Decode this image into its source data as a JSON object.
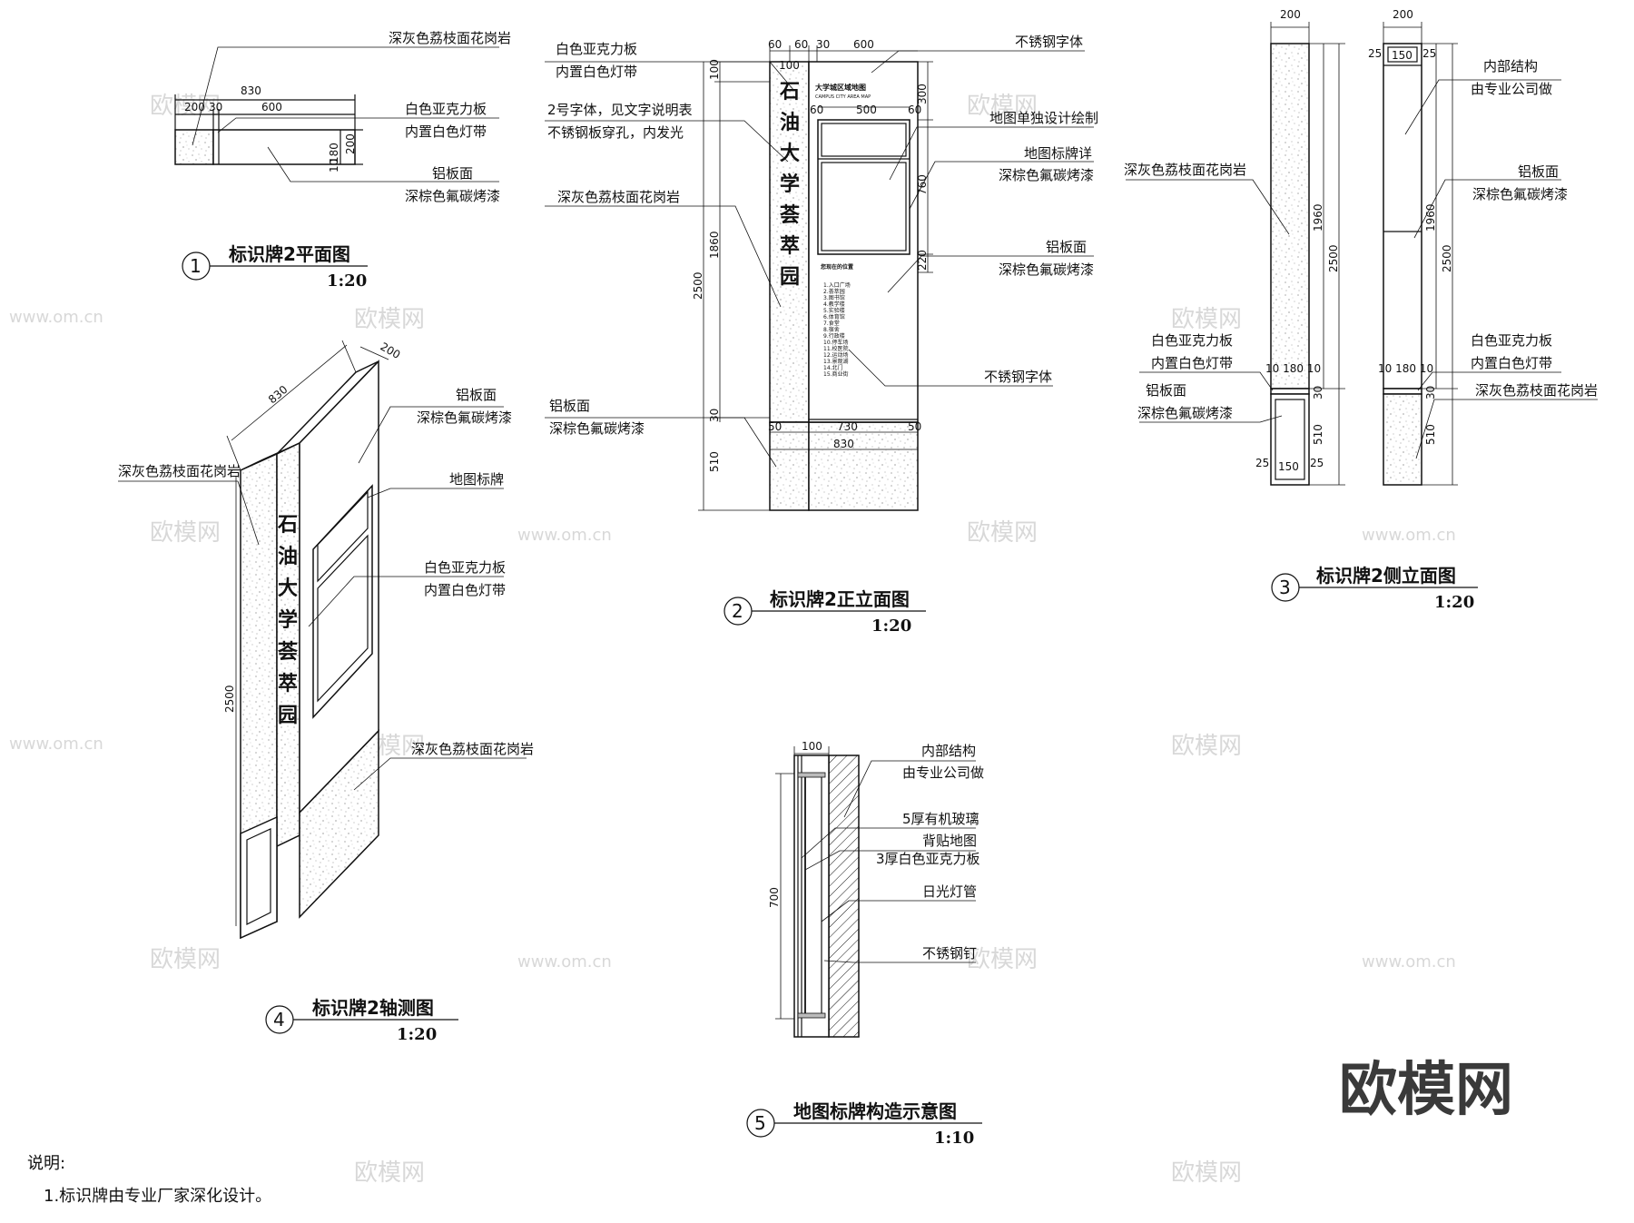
{
  "drawing": {
    "views": [
      {
        "number": "1",
        "title": "标识牌2平面图",
        "scale": "1:20"
      },
      {
        "number": "2",
        "title": "标识牌2正立面图",
        "scale": "1:20"
      },
      {
        "number": "3",
        "title": "标识牌2侧立面图",
        "scale": "1:20"
      },
      {
        "number": "4",
        "title": "标识牌2轴测图",
        "scale": "1:20"
      },
      {
        "number": "5",
        "title": "地图标牌构造示意图",
        "scale": "1:10"
      }
    ],
    "sign_text": [
      "石",
      "油",
      "大",
      "学",
      "荟",
      "萃",
      "园"
    ],
    "map_title": "大学城区域地图",
    "map_subtitle": "CAMPUS CITY AREA MAP",
    "map_legend_title": "您现在的位置",
    "map_legend_items": [
      "1.入口广场",
      "2.荟萃园",
      "3.图书馆",
      "4.教学楼",
      "5.实验楼",
      "6.体育馆",
      "7.食堂",
      "8.宿舍",
      "9.行政楼",
      "10.停车场",
      "11.校医院",
      "12.运动场",
      "13.景观湖",
      "14.北门",
      "15.商业街"
    ],
    "plan_labels": {
      "granite_grey": "深灰色荔枝面花岗岩",
      "acrylic_1": "白色亚克力板",
      "acrylic_2": "内置白色灯带",
      "al_1": "铝板面",
      "al_2": "深棕色氟碳烤漆"
    },
    "plan_dims": {
      "total": "830",
      "w200": "200",
      "w30": "30",
      "w600": "600",
      "h180": "180",
      "h200": "200",
      "h10": "10"
    },
    "front_labels": {
      "acrylic_1": "白色亚克力板",
      "acrylic_2": "内置白色灯带",
      "font_1": "2号字体，见文字说明表",
      "font_2": "不锈钢板穿孔，内发光",
      "granite_brown": "深灰色荔枝面花岗岩",
      "al_1": "铝板面",
      "al_2": "深棕色氟碳烤漆",
      "ss_font_top": "不锈钢字体",
      "map_design": "地图单独设计绘制",
      "map_detail_1": "地图标牌详",
      "map_detail_2": "深棕色氟碳烤漆",
      "al_r1": "铝板面",
      "al_r2": "深棕色氟碳烤漆",
      "ss_font_bottom": "不锈钢字体"
    },
    "front_dims": {
      "d60a": "60",
      "d60b": "60",
      "d30": "30",
      "d600": "600",
      "d100": "100",
      "d500": "500",
      "d60c": "60",
      "d60d": "60",
      "d300": "300",
      "d760": "760",
      "d220": "220",
      "d100v": "100",
      "d1860": "1860",
      "d2500": "2500",
      "d30v": "30",
      "d510": "510",
      "d50a": "50",
      "d730": "730",
      "d50b": "50",
      "d830": "830"
    },
    "side_labels": {
      "granite_grey": "深灰色荔枝面花岗岩",
      "acrylic_1": "白色亚克力板",
      "acrylic_2": "内置白色灯带",
      "al_1": "铝板面",
      "al_2": "深棕色氟碳烤漆",
      "inner_1": "内部结构",
      "inner_2": "由专业公司做",
      "al_r1": "铝板面",
      "al_r2": "深棕色氟碳烤漆",
      "acrylic_r1": "白色亚克力板",
      "acrylic_r2": "内置白色灯带",
      "granite_r": "深灰色荔枝面花岗岩"
    },
    "side_dims": {
      "w200a": "200",
      "h1960": "1960",
      "h2500": "2500",
      "w180": "10 180 10",
      "h30": "30",
      "h510": "510",
      "w25a": "25",
      "w150": "150",
      "w25b": "25",
      "w200b": "200",
      "top25a": "25",
      "top150": "150",
      "top25b": "25",
      "h1960b": "1960",
      "h2500b": "2500",
      "w180b": "10 180 10",
      "h30b": "30",
      "h510b": "510"
    },
    "iso_labels": {
      "al_1": "铝板面",
      "al_2": "深棕色氟碳烤漆",
      "granite_grey": "深灰色荔枝面花岗岩",
      "map_sign": "地图标牌",
      "acrylic_1": "白色亚克力板",
      "acrylic_2": "内置白色灯带",
      "granite_grey_2": "深灰色荔枝面花岗岩"
    },
    "iso_dims": {
      "d830": "830",
      "d200": "200",
      "d2500": "2500"
    },
    "section_labels": {
      "inner_1": "内部结构",
      "inner_2": "由专业公司做",
      "glass": "5厚有机玻璃",
      "map_back": "背贴地图",
      "acrylic": "3厚白色亚克力板",
      "tube": "日光灯管",
      "nail": "不锈钢钉"
    },
    "section_dims": {
      "d100": "100",
      "d700": "700"
    },
    "notes_title": "说明:",
    "notes": [
      "1.标识牌由专业厂家深化设计。"
    ],
    "watermark_cn": "欧模网",
    "watermark_url": "www.om.cn",
    "brand": "欧模网"
  }
}
